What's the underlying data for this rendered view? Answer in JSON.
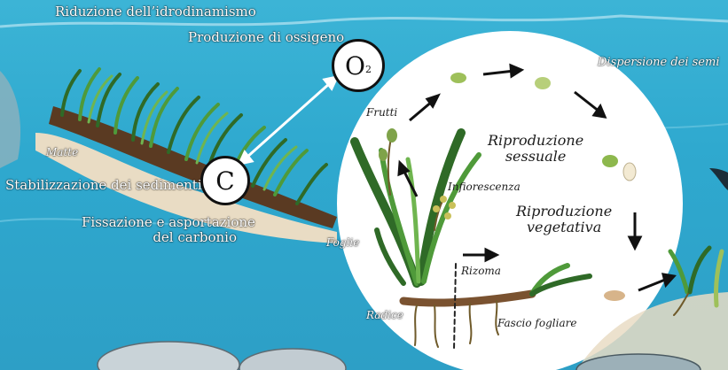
{
  "benefits": {
    "hydro": "Riduzione dell’idrodinamismo",
    "oxygen": "Produzione di ossigeno",
    "sediment": "Stabilizzazione dei sedimenti",
    "carbon": "Fissazione e asportazione\ndel carbonio"
  },
  "badges": {
    "oxygen_main": "O",
    "oxygen_sub": "2",
    "carbon": "C"
  },
  "meadow": {
    "matte": "Matte"
  },
  "cycle": {
    "frutti": "Frutti",
    "sexual": "Riproduzione\nsessuale",
    "infiorescenza": "Infiorescenza",
    "vegetative": "Riproduzione\nvegetativa",
    "foglie": "Foglie",
    "rizoma": "Rizoma",
    "radice": "Radice",
    "fascio": "Fascio fogliare",
    "dispersal": "Dispersione dei semi"
  },
  "colors": {
    "sea": "#3cb4d6",
    "leaf": "#4f9a3a",
    "leaf_dark": "#2f6a27",
    "sand": "#e9dcc4"
  }
}
